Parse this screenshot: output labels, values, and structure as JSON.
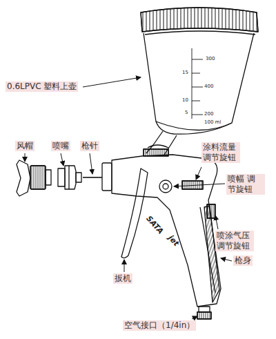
{
  "diagram": {
    "labels": [
      "0.6LPVC 塑料上壶",
      "风帽",
      "喷嘴",
      "枪针",
      "涂料流量 调节旋钮",
      "喷幅 调节旋钮",
      "喷涂气压 调节旋钮",
      "枪身",
      "扳机",
      "空气接口（1/4in）",
      "300",
      "15",
      "400",
      "10",
      "200",
      "5",
      "100 ml",
      "SATA",
      "jet"
    ]
  }
}
